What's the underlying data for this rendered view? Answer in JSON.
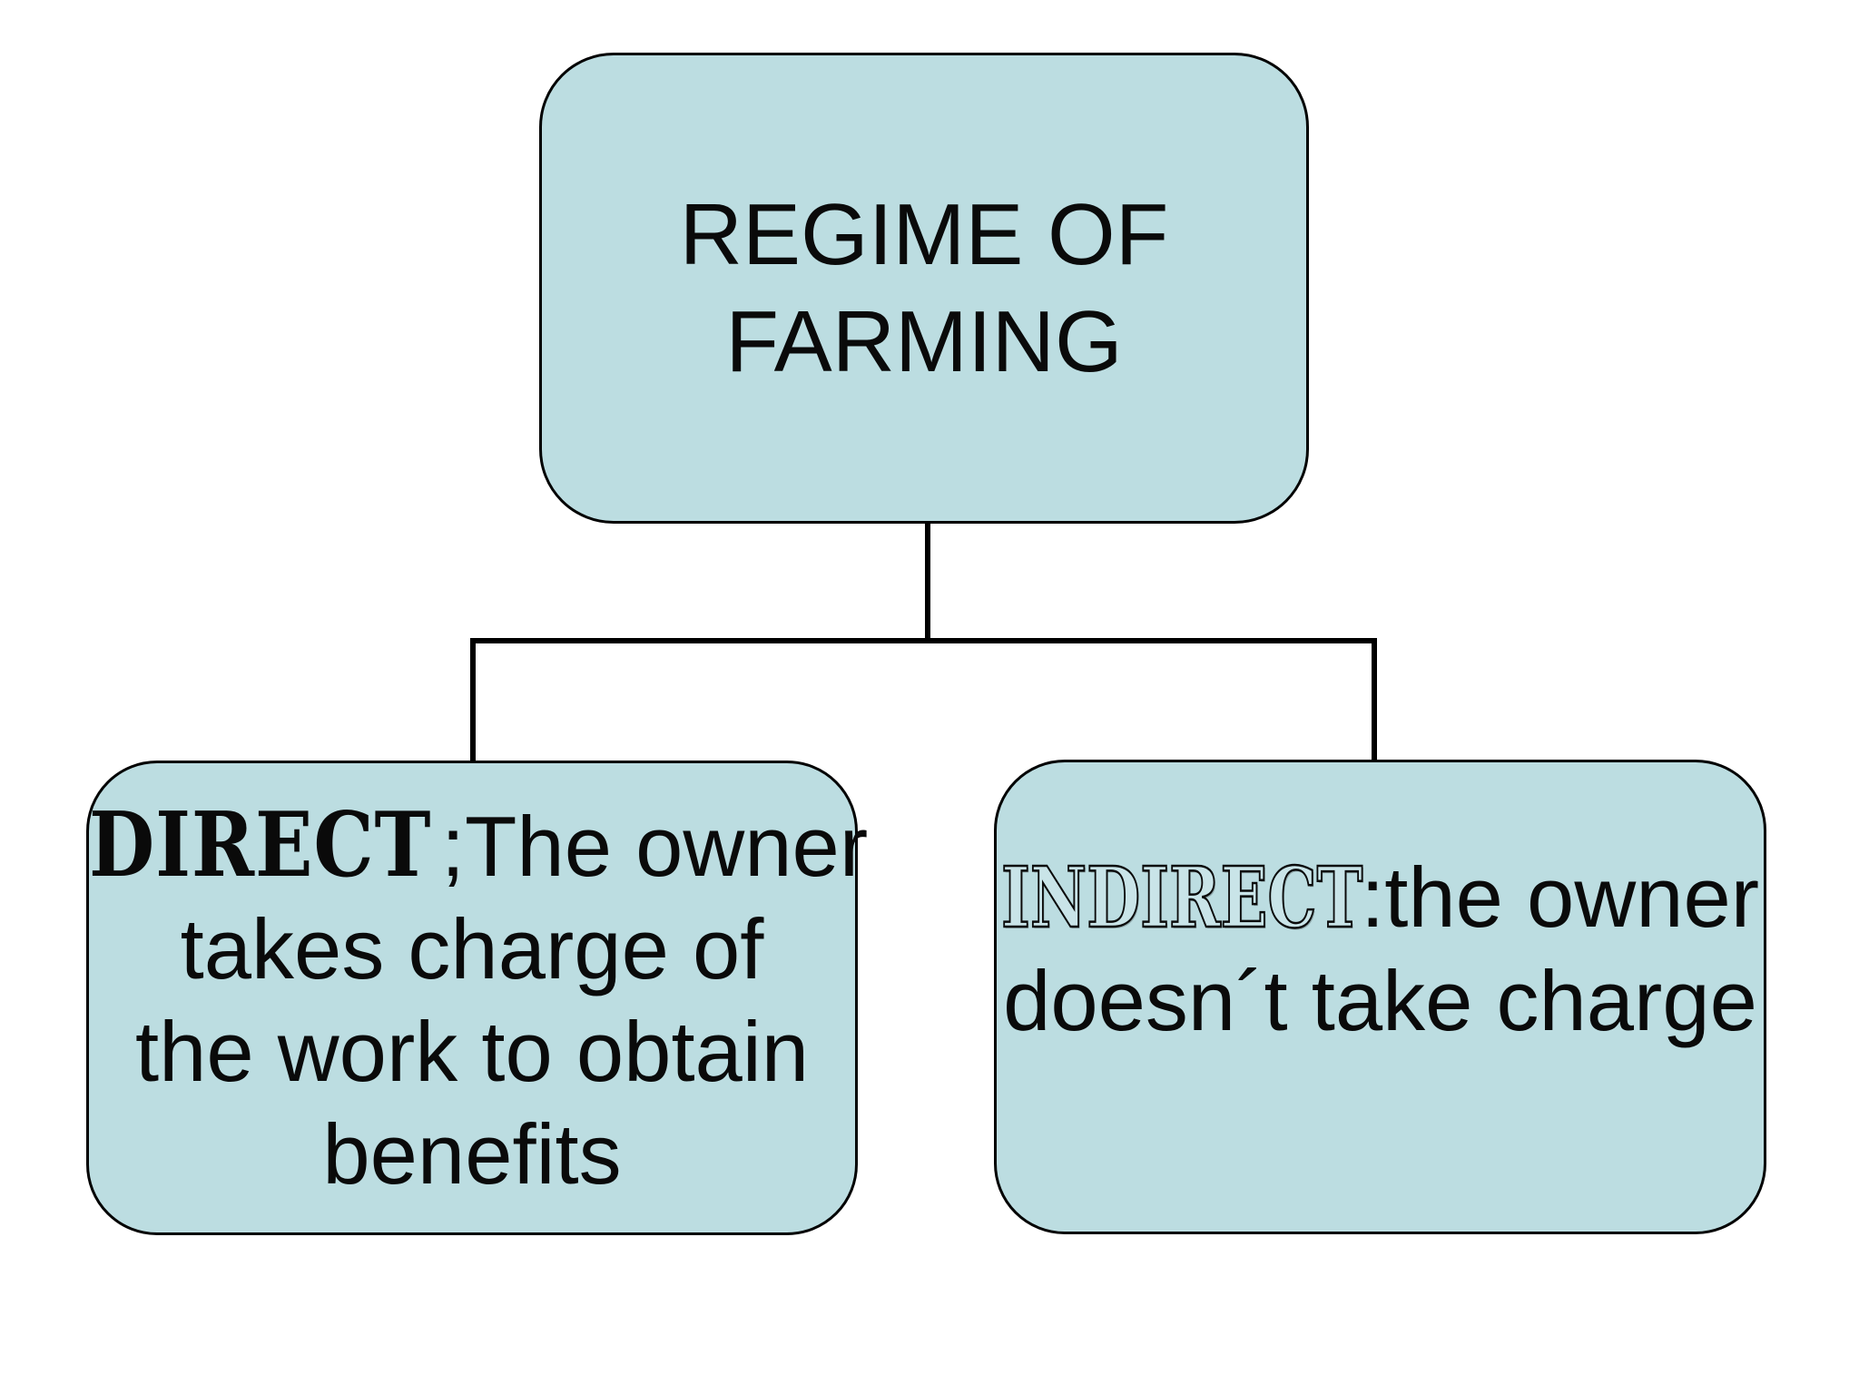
{
  "title": "Regime of farming diagram",
  "colors": {
    "background": "#ffffff",
    "node_fill": "#bcdde1",
    "node_border": "#000000",
    "connector": "#000000",
    "text": "#0a0a0a"
  },
  "diagram": {
    "root": {
      "lines": [
        "REGIME OF",
        "FARMING"
      ]
    },
    "left": {
      "keyword": "DIRECT",
      "line1_rest": ";The owner",
      "lines": [
        "takes charge of",
        "the work to obtain",
        "benefits"
      ]
    },
    "right": {
      "keyword": "INDIRECT",
      "line1_rest": ":the owner",
      "lines": [
        "doesn´t take charge"
      ]
    }
  }
}
